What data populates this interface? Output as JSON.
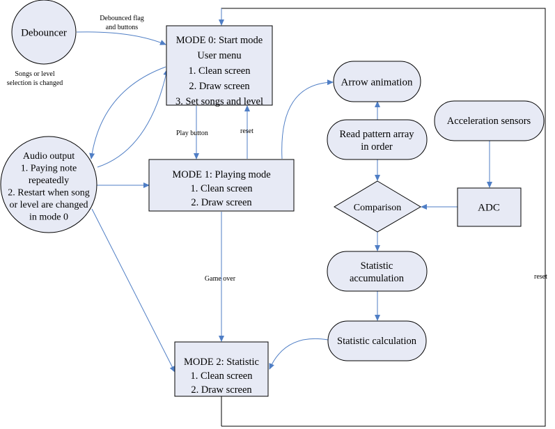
{
  "colors": {
    "node_fill": "#e7eaf5",
    "node_stroke": "#000000",
    "edge": "#4f7ec5",
    "background": "#ffffff"
  },
  "nodes": {
    "debouncer": {
      "lines": [
        "Debouncer"
      ]
    },
    "mode0": {
      "lines": [
        "MODE 0: Start mode",
        "User menu",
        "1. Clean screen",
        "2. Draw screen",
        "3. Set songs and level"
      ]
    },
    "audio": {
      "lines": [
        "Audio output",
        "1. Paying note",
        "repeatedly",
        "2. Restart when song",
        "or level are changed",
        "in mode 0"
      ]
    },
    "mode1": {
      "lines": [
        "MODE 1: Playing mode",
        "1. Clean screen",
        "2. Draw screen"
      ]
    },
    "mode2": {
      "lines": [
        "MODE 2: Statistic",
        "1. Clean screen",
        "2. Draw screen"
      ]
    },
    "arrow_anim": {
      "lines": [
        "Arrow animation"
      ]
    },
    "read_pattern": {
      "lines": [
        "Read pattern array",
        "in order"
      ]
    },
    "accel": {
      "lines": [
        "Acceleration sensors"
      ]
    },
    "comparison": {
      "lines": [
        "Comparison"
      ]
    },
    "adc": {
      "lines": [
        "ADC"
      ]
    },
    "stat_accum": {
      "lines": [
        "Statistic",
        "accumulation"
      ]
    },
    "stat_calc": {
      "lines": [
        "Statistic calculation"
      ]
    }
  },
  "edge_labels": {
    "debounced": [
      "Debounced flag",
      "and buttons"
    ],
    "songs_changed": [
      "Songs or level",
      "selection is changed"
    ],
    "play_button": "Play button",
    "reset_mid": "reset",
    "game_over": "Game over",
    "reset_right": "reset"
  }
}
